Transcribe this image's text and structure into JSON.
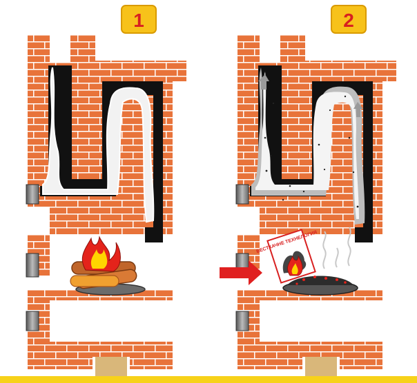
{
  "panels": [
    {
      "number": "1",
      "sign_text": ""
    },
    {
      "number": "2",
      "sign_text": "БЕСТКАЧНЕ ТЕХНЕЛОГИЯ"
    }
  ],
  "colors": {
    "brick": "#e8733a",
    "mortar": "#ffffff",
    "flue": "#111111",
    "smoke": "#f2f2f2",
    "smoke_grey": "#bdbdbd",
    "badge": "#f7c21a",
    "badge_number": "#d82020",
    "ash_pit_base": "#d9b77a",
    "arrow": "#e02020",
    "flame_outer": "#e4231b",
    "flame_inner": "#ffd400",
    "footer": "#f7d21a"
  },
  "icons": [
    "flame-icon",
    "firewood-icon",
    "cleaning-log-icon",
    "up-arrow-icon",
    "right-arrow-icon",
    "door-icon"
  ]
}
